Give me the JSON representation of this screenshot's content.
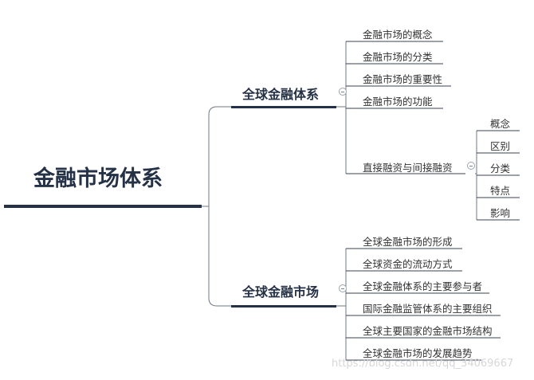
{
  "root": {
    "label": "金融市场体系"
  },
  "branches": [
    {
      "label": "全球金融体系",
      "children": [
        {
          "label": "金融市场的概念"
        },
        {
          "label": "金融市场的分类"
        },
        {
          "label": "金融市场的重要性"
        },
        {
          "label": "金融市场的功能"
        },
        {
          "label": "直接融资与间接融资",
          "children": [
            {
              "label": "概念"
            },
            {
              "label": "区别"
            },
            {
              "label": "分类"
            },
            {
              "label": "特点"
            },
            {
              "label": "影响"
            }
          ]
        }
      ]
    },
    {
      "label": "全球金融市场",
      "children": [
        {
          "label": "全球金融市场的形成"
        },
        {
          "label": "全球资金的流动方式"
        },
        {
          "label": "全球金融体系的主要参与者"
        },
        {
          "label": "国际金融监管体系的主要组织"
        },
        {
          "label": "全球主要国家的金融市场结构"
        },
        {
          "label": "全球金融市场的发展趋势"
        }
      ]
    }
  ],
  "watermark": "https://blog.csdn.net/qq_34069667",
  "colors": {
    "dark_line": "#253146",
    "connector": "#6e7884",
    "leaf_line": "#3a4250"
  }
}
